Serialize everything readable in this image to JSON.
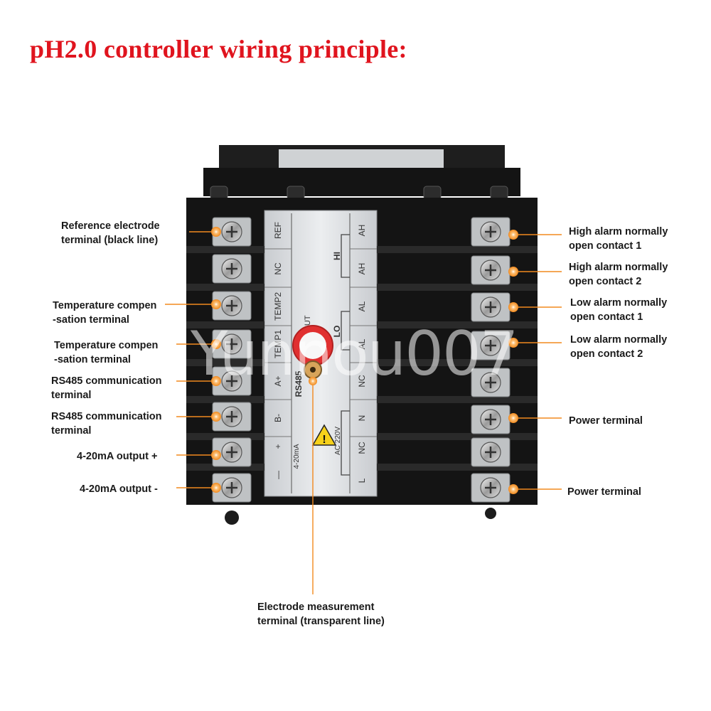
{
  "title": "pH2.0 controller wiring principle:",
  "colors": {
    "title": "#e0141e",
    "marker": "#f28a1e",
    "device": "#141414",
    "panel": "#d8dadd"
  },
  "left_labels": [
    {
      "lines": [
        "Reference electrode",
        "terminal (black line)"
      ]
    },
    {
      "lines": [
        "Temperature compen",
        "-sation terminal"
      ]
    },
    {
      "lines": [
        "Temperature compen",
        "-sation terminal"
      ]
    },
    {
      "lines": [
        "RS485 communication",
        "terminal"
      ]
    },
    {
      "lines": [
        "RS485 communication",
        "terminal"
      ]
    },
    {
      "lines": [
        "4-20mA output +"
      ]
    },
    {
      "lines": [
        "4-20mA output -"
      ]
    }
  ],
  "right_labels": [
    {
      "lines": [
        "High alarm normally",
        "open contact 1"
      ]
    },
    {
      "lines": [
        "High alarm normally",
        "open contact 2"
      ]
    },
    {
      "lines": [
        "Low alarm normally",
        "open contact 1"
      ]
    },
    {
      "lines": [
        "Low alarm normally",
        "open contact 2"
      ]
    },
    {
      "lines": [
        "Power terminal"
      ]
    },
    {
      "lines": [
        "Power terminal"
      ]
    }
  ],
  "bottom_label": {
    "lines": [
      "Electrode measurement",
      "terminal (transparent line)"
    ]
  },
  "panel_text": {
    "ref": "REF",
    "nc1": "NC",
    "temp2": "TEMP2",
    "temp1": "TEMP1",
    "a": "A+",
    "b": "B-",
    "plus": "+",
    "minus": "—",
    "ma": "4-20mA",
    "rs485": "RS485",
    "input": "INPUT",
    "ah1": "AH",
    "ah2": "AH",
    "al1": "AL",
    "al2": "AL",
    "nc2": "NC",
    "n": "N",
    "nc3": "NC",
    "l": "L",
    "hi": "HI",
    "lo": "LO",
    "ac": "AC 220V",
    "warn": "!"
  },
  "watermark": "Yunnou007"
}
